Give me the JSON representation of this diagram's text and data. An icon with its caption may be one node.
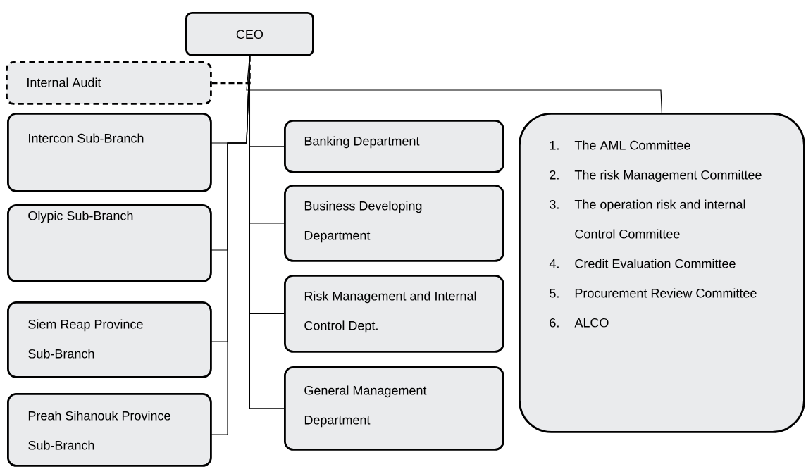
{
  "diagram": {
    "nodes": [
      {
        "text": [
          "CEO"
        ]
      },
      {
        "text": [
          "Internal Audit"
        ]
      },
      {
        "text": [
          "Intercon Sub-Branch"
        ]
      },
      {
        "text": [
          "Olypic Sub-Branch"
        ]
      },
      {
        "text": [
          "Siem Reap Province Sub-Branch"
        ]
      },
      {
        "text": [
          "Preah Sihanouk Province Sub-Branch"
        ]
      },
      {
        "text": [
          "Banking Department"
        ]
      },
      {
        "text": [
          "Business Developing Department"
        ]
      },
      {
        "text": [
          "Risk Management and Internal Control Dept."
        ]
      },
      {
        "text": [
          "General Management Department"
        ]
      },
      {
        "text": [
          "1.",
          "The AML Committee",
          "2.",
          "The risk Management Committee",
          "3.",
          "The operation risk and internal Control Committee",
          "4.",
          "Credit Evaluation Committee",
          "5.",
          "Procurement Review Committee",
          "6.",
          "ALCO"
        ]
      }
    ],
    "edges": [
      {
        "from": 0,
        "to": 1,
        "arrow": "none",
        "style": "dashed"
      },
      {
        "from": 0,
        "to": 10,
        "arrow": "none"
      },
      {
        "from": 0,
        "to": 2,
        "arrow": "none"
      },
      {
        "from": 0,
        "to": 3,
        "arrow": "none"
      },
      {
        "from": 0,
        "to": 4,
        "arrow": "none"
      },
      {
        "from": 0,
        "to": 5,
        "arrow": "none"
      },
      {
        "from": 0,
        "to": 6,
        "arrow": "none"
      },
      {
        "from": 0,
        "to": 7,
        "arrow": "none"
      },
      {
        "from": 0,
        "to": 8,
        "arrow": "none"
      },
      {
        "from": 0,
        "to": 9,
        "arrow": "none"
      }
    ]
  }
}
